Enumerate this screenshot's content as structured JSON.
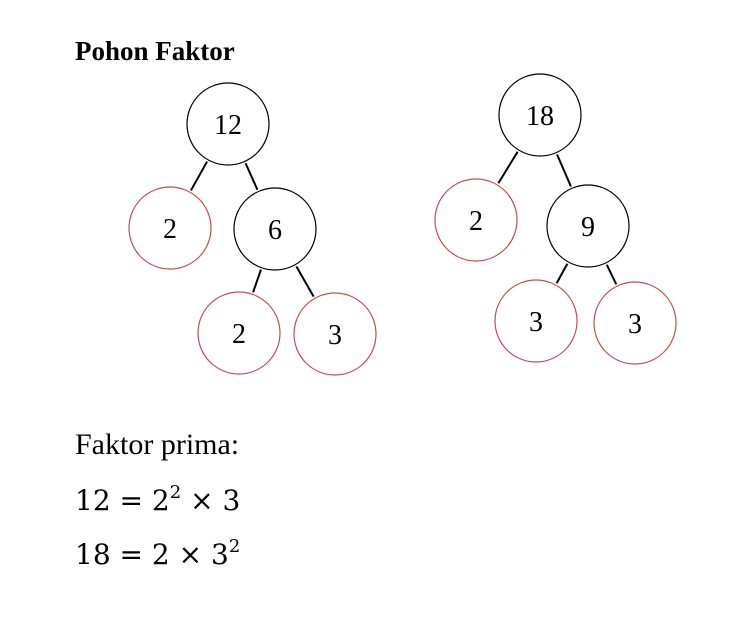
{
  "title": "Pohon Faktor",
  "colors": {
    "composite": "#000000",
    "prime": "#c0504d",
    "edge": "#000000"
  },
  "trees": [
    {
      "nodes": [
        {
          "id": "n12",
          "label": "12",
          "kind": "composite"
        },
        {
          "id": "n2a",
          "label": "2",
          "kind": "prime"
        },
        {
          "id": "n6",
          "label": "6",
          "kind": "composite"
        },
        {
          "id": "n2b",
          "label": "2",
          "kind": "prime"
        },
        {
          "id": "n3a",
          "label": "3",
          "kind": "prime"
        }
      ],
      "edges": [
        [
          "n12",
          "n2a"
        ],
        [
          "n12",
          "n6"
        ],
        [
          "n6",
          "n2b"
        ],
        [
          "n6",
          "n3a"
        ]
      ]
    },
    {
      "nodes": [
        {
          "id": "n18",
          "label": "18",
          "kind": "composite"
        },
        {
          "id": "n2c",
          "label": "2",
          "kind": "prime"
        },
        {
          "id": "n9",
          "label": "9",
          "kind": "composite"
        },
        {
          "id": "n3b",
          "label": "3",
          "kind": "prime"
        },
        {
          "id": "n3c",
          "label": "3",
          "kind": "prime"
        }
      ],
      "edges": [
        [
          "n18",
          "n2c"
        ],
        [
          "n18",
          "n9"
        ],
        [
          "n9",
          "n3b"
        ],
        [
          "n9",
          "n3c"
        ]
      ]
    }
  ],
  "factorization": {
    "heading": "Faktor prima:",
    "eq1": {
      "lhs": "12",
      "equals": "=",
      "base1": "2",
      "exp1": "2",
      "times": "×",
      "base2": "3"
    },
    "eq2": {
      "lhs": "18",
      "equals": "=",
      "base1": "2",
      "times": "×",
      "base2": "3",
      "exp2": "2"
    }
  }
}
